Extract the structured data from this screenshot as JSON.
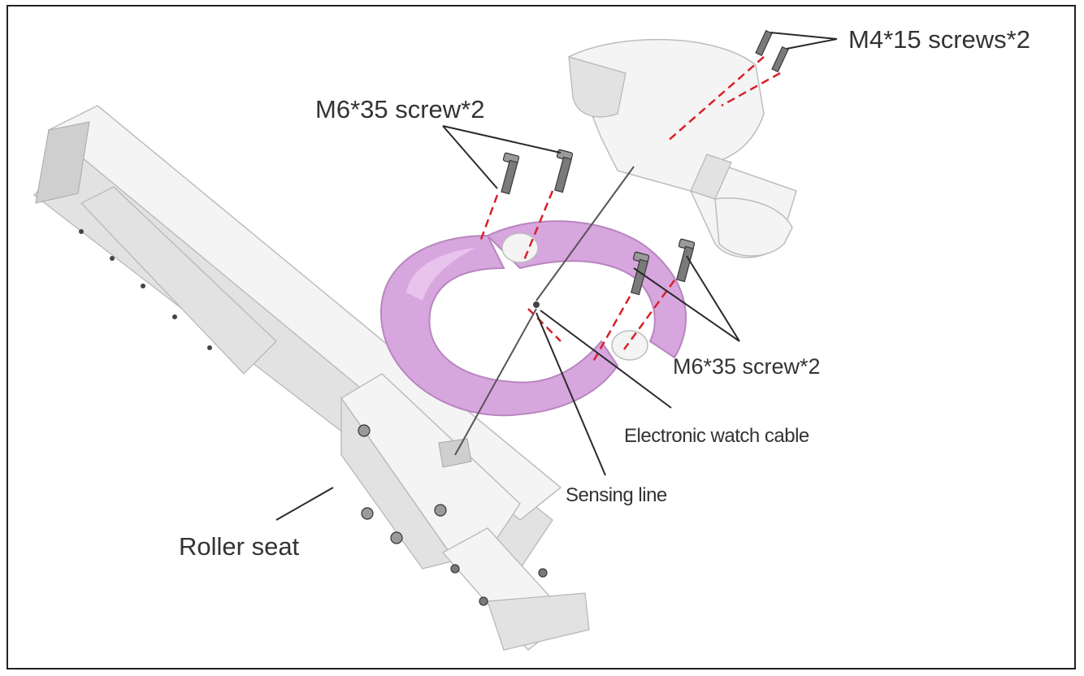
{
  "labels": {
    "m4_screws": "M4*15 screws*2",
    "m6_screw_top": "M6*35 screw*2",
    "m6_screw_right": "M6*35 screw*2",
    "electronic_watch_cable": "Electronic watch cable",
    "sensing_line": "Sensing line",
    "roller_seat": "Roller seat"
  },
  "colors": {
    "ring": "#d8a6de",
    "guide_lines": "#d8202a",
    "frame": "#222222"
  }
}
